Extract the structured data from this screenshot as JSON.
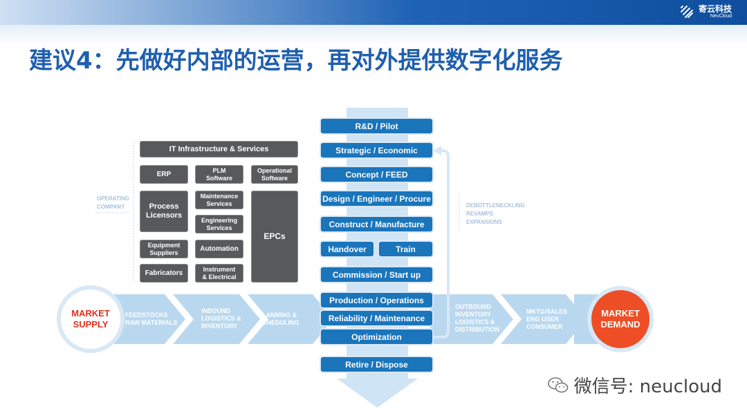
{
  "header": {
    "logo_cn": "寄云科技",
    "logo_en": "NeuCloud"
  },
  "title": "建议4：先做好内部的运营，再对外提供数字化服务",
  "operating_company": {
    "label_line1": "OPERATING",
    "label_line2": "COMPANY"
  },
  "grey_boxes": {
    "it": "IT Infrastructure & Services",
    "erp": "ERP",
    "plm_1": "PLM",
    "plm_2": "Software",
    "op_1": "Operational",
    "op_2": "Software",
    "proc_1": "Process",
    "proc_2": "Licensors",
    "maint_1": "Maintenance",
    "maint_2": "Services",
    "eng_1": "Engineering",
    "eng_2": "Services",
    "epcs": "EPCs",
    "equip_1": "Equipment",
    "equip_2": "Suppliers",
    "automation": "Automation",
    "fabricators": "Fabricators",
    "instr_1": "Instrument",
    "instr_2": "& Electrical"
  },
  "lifecycle": {
    "rd": "R&D / Pilot",
    "strategic": "Strategic / Economic",
    "concept": "Concept / FEED",
    "design": "Design / Engineer / Procure",
    "construct": "Construct / Manufacture",
    "handover": "Handover",
    "train": "Train",
    "commission": "Commission / Start up",
    "production": "Production / Operations",
    "reliability": "Reliability / Maintenance",
    "optimization": "Optimization",
    "retire": "Retire / Dispose"
  },
  "debottleneck": {
    "l1": "DEBOTTLENECKLING",
    "l2": "REVAMPS",
    "l3": "EXPANSIONS"
  },
  "supply_chain": {
    "supply_1": "MARKET",
    "supply_2": "SUPPLY",
    "feed_1": "FEEDSTOCKS",
    "feed_2": "RAW MATERIALS",
    "inb_1": "INBOUND",
    "inb_2": "LOGISTICS &",
    "inb_3": "INVENTORY",
    "plan_1": "PLANNING &",
    "plan_2": "SCHEDULING",
    "out_1": "OUTBOUND",
    "out_2": "INVENTORY",
    "out_3": "LOGISTICS &",
    "out_4": "DISTRIBUTION",
    "mktg_1": "MKTG/SALES",
    "mktg_2": "ENG USER",
    "mktg_3": "CONSUMER",
    "demand_1": "MARKET",
    "demand_2": "DEMAND"
  },
  "watermark": "微信号: neucloud",
  "colors": {
    "primary_blue": "#1a75bb",
    "grey_box": "#58595b",
    "supply_red": "#e0301e",
    "demand_orange": "#ee4e25",
    "flow_light_blue": "#b9d8ef"
  }
}
